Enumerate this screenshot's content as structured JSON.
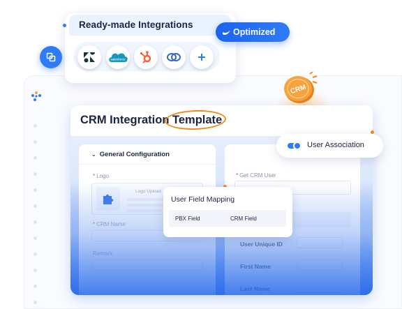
{
  "integrations": {
    "title": "Ready-made Integrations",
    "badge": "Optimized",
    "icons": [
      "zendesk-icon",
      "salesforce-icon",
      "hubspot-icon",
      "zoho-icon",
      "add-icon"
    ],
    "salesforce_text": "salesforce",
    "coin_text": "CRM"
  },
  "template": {
    "title": "CRM Integration Template",
    "left_panel": {
      "section": "General Configuration",
      "logo_label": "Logo",
      "logo_upload": "Logo Upload",
      "crm_name_label": "CRM Name",
      "remark_label": "Remark"
    },
    "right_panel": {
      "get_crm_user_label": "Get CRM User",
      "rows": [
        "User Unique ID",
        "First Name",
        "Last Name"
      ]
    }
  },
  "user_association": {
    "label": "User Association",
    "enabled": true
  },
  "field_mapping": {
    "title": "User Field Mapping",
    "columns": [
      "PBX Field",
      "CRM Field"
    ]
  },
  "colors": {
    "accent": "#2f7bf6",
    "highlight": "#f08a1c",
    "text": "#1c2440"
  }
}
